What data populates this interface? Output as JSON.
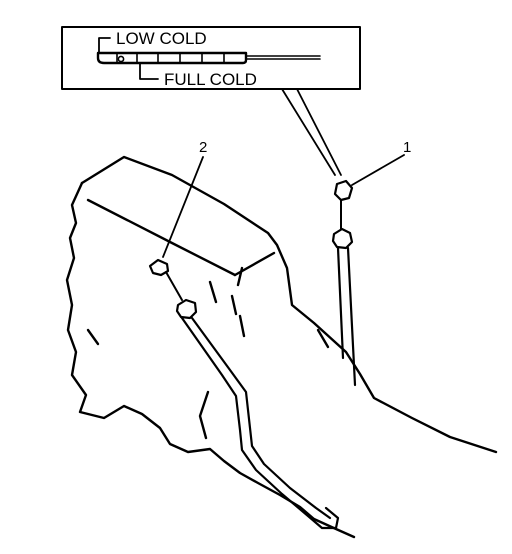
{
  "inset": {
    "low_label": "LOW COLD",
    "full_label": "FULL COLD"
  },
  "callouts": {
    "c1": "1",
    "c2": "2"
  }
}
